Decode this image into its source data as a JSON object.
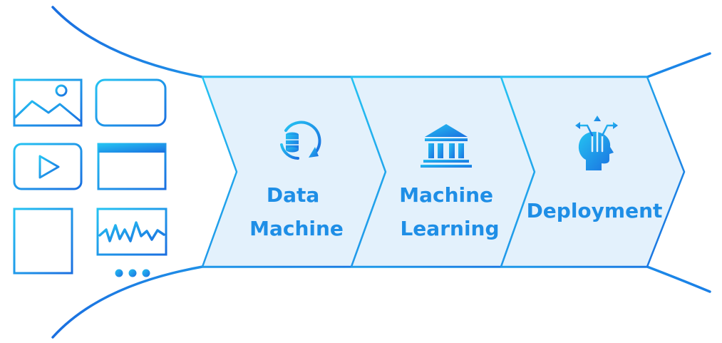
{
  "colors": {
    "accent": "#1b8fe6",
    "accent_light": "#25c3f2",
    "accent_dark": "#1a6fe0",
    "chevron_fill": "#e3f1fc",
    "label_color": "#1e8ee6"
  },
  "inputs": {
    "icons": [
      "image-icon",
      "audio-waveform-icon",
      "video-play-icon",
      "table-icon",
      "document-icon",
      "signal-chart-icon"
    ],
    "more_indicator": "more-dots-icon"
  },
  "pipeline": {
    "stages": [
      {
        "icon": "database-sync-icon",
        "label_lines": [
          "Data",
          "Machine"
        ]
      },
      {
        "icon": "institution-icon",
        "label_lines": [
          "Machine",
          "Learning"
        ]
      },
      {
        "icon": "head-arrows-icon",
        "label_lines": [
          "Deployment"
        ]
      }
    ]
  }
}
